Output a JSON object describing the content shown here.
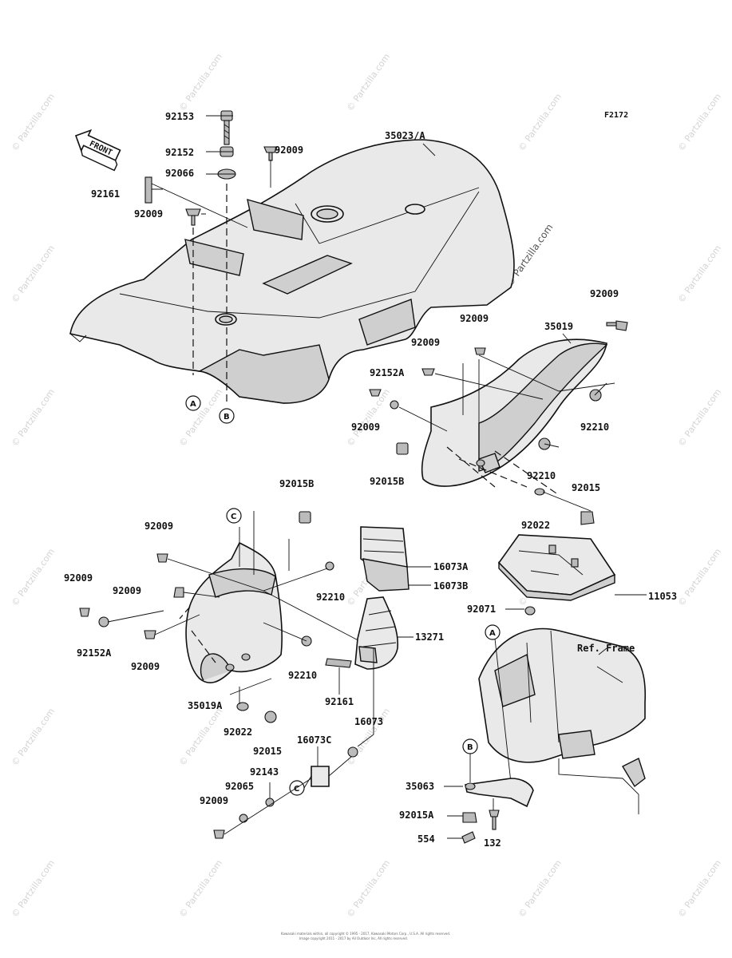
{
  "figure_code": "F2172",
  "front_label": "FRONT",
  "watermark_text": "© Partzilla.com",
  "ref_frame_label": "Ref. Frame",
  "footer_lines": [
    "Kawasaki materials within, all copyright © 1995 - 2017, Kawasaki Motors Corp., U.S.A. All rights reserved.",
    "Image copyright 2011 - 2017 by All Outdoor Inc, All rights reserved."
  ],
  "callouts": {
    "A": "A",
    "B": "B",
    "C": "C"
  },
  "part_labels": {
    "p92153": "92153",
    "p92152_top": "92152",
    "p92066": "92066",
    "p92161_top": "92161",
    "p92009_a": "92009",
    "p92009_b": "92009",
    "p35023": "35023/A",
    "p92009_c": "92009",
    "p35019": "35019",
    "p92009_d": "92009",
    "p92009_e": "92009",
    "p92152A_r": "92152A",
    "p92009_f": "92009",
    "p92210_a": "92210",
    "p92015B_r": "92015B",
    "p92210_b": "92210",
    "p92015_r": "92015",
    "p92022_r": "92022",
    "p92015B_l": "92015B",
    "p92009_g": "92009",
    "p92009_h": "92009",
    "p92009_i": "92009",
    "p92152A_l": "92152A",
    "p92009_j": "92009",
    "p92210_c": "92210",
    "p92210_d": "92210",
    "p35019A": "35019A",
    "p92022_l": "92022",
    "p92015_l": "92015",
    "p16073A": "16073A",
    "p16073B": "16073B",
    "p13271": "13271",
    "p92161_bot": "92161",
    "p16073": "16073",
    "p16073C": "16073C",
    "p92143": "92143",
    "p92065": "92065",
    "p92009_k": "92009",
    "p11053": "11053",
    "p92071": "92071",
    "p35063": "35063",
    "p92015A": "92015A",
    "p554": "554",
    "p132": "132"
  }
}
